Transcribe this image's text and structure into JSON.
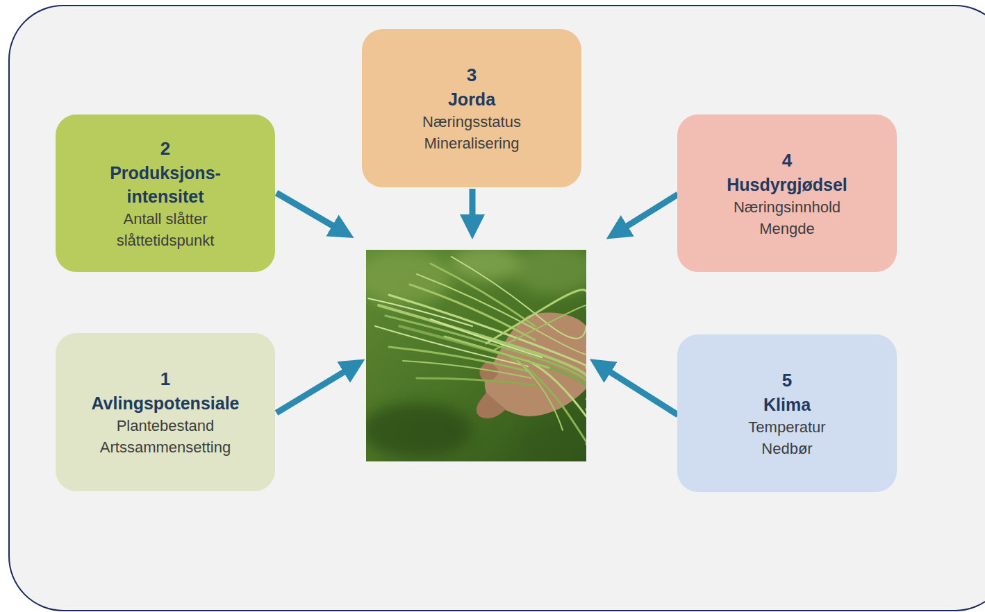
{
  "diagram": {
    "nodes": [
      {
        "text": [
          "1",
          "Avlingspotensiale",
          "Plantebestand",
          "Artssammensetting"
        ]
      },
      {
        "text": [
          "2",
          "Produksjons- intensitet",
          "Antall slåtter",
          "slåttetidspunkt"
        ]
      },
      {
        "text": [
          "3",
          "Jorda",
          "Næringsstatus",
          "Mineralisering"
        ]
      },
      {
        "text": [
          "4",
          "Husdyrgjødsel",
          "Næringsinnhold",
          "Mengde"
        ]
      },
      {
        "text": [
          "5",
          "Klima",
          "Temperatur",
          "Nedbør"
        ]
      }
    ]
  }
}
